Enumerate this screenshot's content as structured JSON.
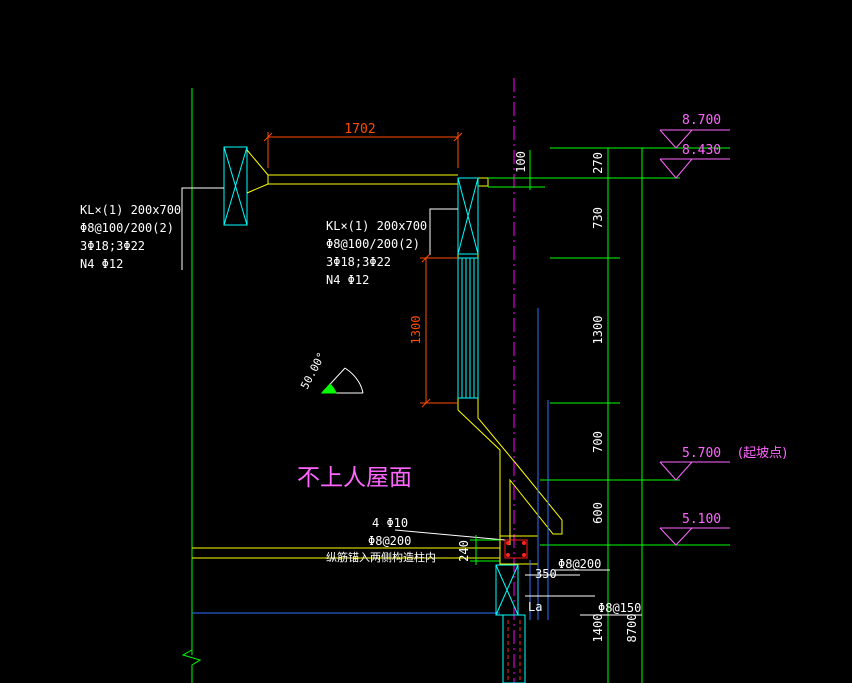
{
  "colors": {
    "background": "#000000",
    "wall": "#00ff00",
    "beam": "#ffff00",
    "column": "#00ffff",
    "dimension": "#ff4d00",
    "elevation": "#ff66ff",
    "label": "#ffffff",
    "axis": "#ff00ff",
    "rebar": "#ff2020",
    "leader": "#3070ff"
  },
  "beam_left_label": [
    "KL×(1) 200x700",
    "Φ8@100/200(2)",
    "3Φ18;3Φ22",
    "N4 Φ12"
  ],
  "beam_mid_label": [
    "KL×(1) 200x700",
    "Φ8@100/200(2)",
    "3Φ18;3Φ22",
    "N4 Φ12"
  ],
  "dim_top": "1702",
  "dim_100": "100",
  "dim_1300_mid": "1300",
  "angle": "50.00°",
  "roof_label": "不上人屋面",
  "rebar_top": "4 Φ10",
  "rebar_stirrup": "Φ8@200",
  "rebar_note": "纵筋锚入两侧构造柱内",
  "dim_240": "240",
  "dim_350": "350",
  "rebar_right": "Φ8@200",
  "la_label": "La",
  "rebar_bottom": "Φ8@150",
  "vertical_dims": [
    "270",
    "730",
    "1300",
    "700",
    "600",
    "1400",
    "8700"
  ],
  "elevations": [
    {
      "value": "8.700",
      "note": ""
    },
    {
      "value": "8.430",
      "note": ""
    },
    {
      "value": "5.700",
      "note": "(起坡点)"
    },
    {
      "value": "5.100",
      "note": ""
    }
  ]
}
